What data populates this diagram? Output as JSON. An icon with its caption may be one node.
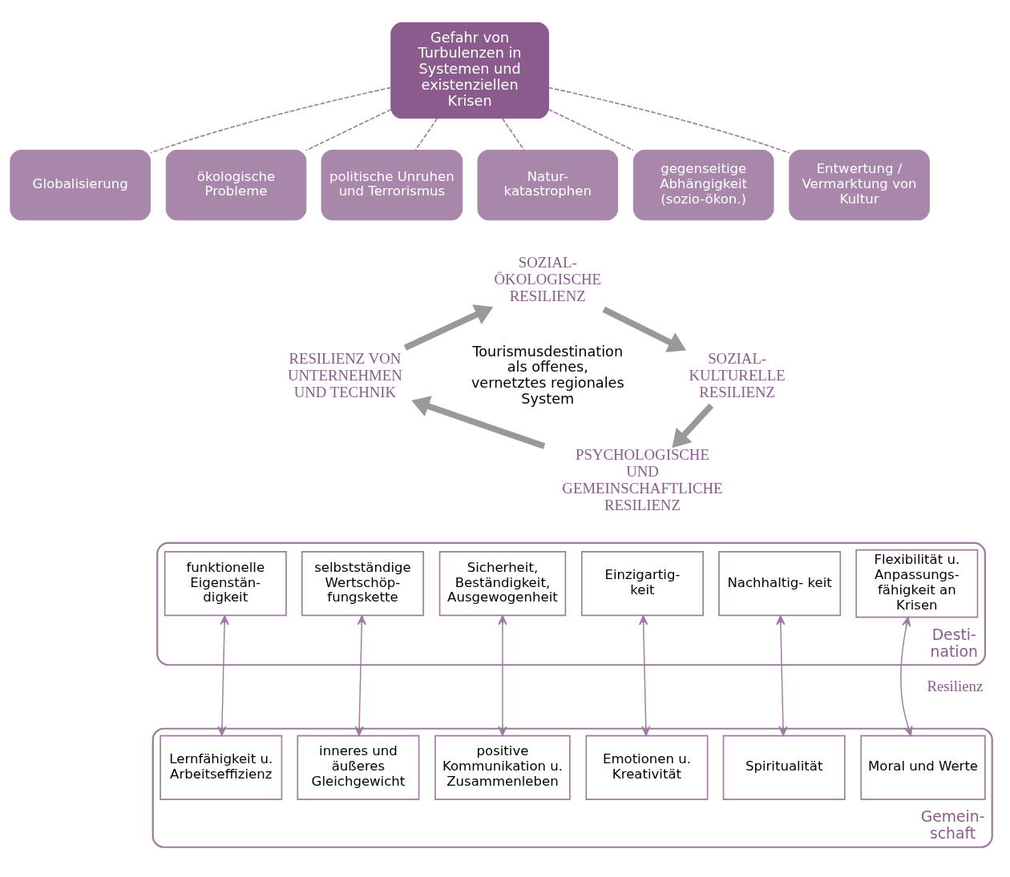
{
  "diagram": {
    "nodes": [
      {
        "text": [
          "Gefahr von Turbulenzen in Systemen und existenziellen Krisen"
        ]
      },
      {
        "text": [
          "Globalisierung"
        ]
      },
      {
        "text": [
          "ökologische Probleme"
        ]
      },
      {
        "text": [
          "politische Unruhen und Terrorismus"
        ]
      },
      {
        "text": [
          "Natur- katastrophen"
        ]
      },
      {
        "text": [
          "gegenseitige Abhängigkeit (sozio-ökon.)"
        ]
      },
      {
        "text": [
          "Entwertung / Vermarktung von Kultur"
        ]
      },
      {
        "text": [
          "SOZIAL- ÖKOLOGISCHE RESILIENZ"
        ]
      },
      {
        "text": [
          "SOZIAL- KULTURELLE RESILIENZ"
        ]
      },
      {
        "text": [
          "PSYCHOLOGISCHE UND GEMEINSCHAFTLICHE RESILIENZ"
        ]
      },
      {
        "text": [
          "RESILIENZ VON UNTERNEHMEN UND TECHNIK"
        ]
      },
      {
        "text": [
          "Desti- nation"
        ]
      },
      {
        "text": [
          "funktionelle Eigenstän- digkeit"
        ],
        "in": 11
      },
      {
        "text": [
          "selbstständige Wertschöp- fungskette"
        ],
        "in": 11
      },
      {
        "text": [
          "Sicherheit, Beständigkeit, Ausgewogenheit"
        ],
        "in": 11
      },
      {
        "text": [
          "Einzigartig- keit"
        ],
        "in": 11
      },
      {
        "text": [
          "Nachhaltig- keit"
        ],
        "in": 11
      },
      {
        "text": [
          "Flexibilität u. Anpassungs- fähigkeit an Krisen"
        ],
        "in": 11
      },
      {
        "text": [
          "Gemein- schaft"
        ]
      },
      {
        "text": [
          "Lernfähigkeit u. Arbeitseffizienz"
        ],
        "in": 18
      },
      {
        "text": [
          "inneres und äußeres Gleichgewicht"
        ],
        "in": 18
      },
      {
        "text": [
          "positive Kommunikation u. Zusammenleben"
        ],
        "in": 18
      },
      {
        "text": [
          "Emotionen u. Kreativität"
        ],
        "in": 18
      },
      {
        "text": [
          "Spiritualität"
        ],
        "in": 18
      },
      {
        "text": [
          "Moral und Werte"
        ],
        "in": 18
      }
    ],
    "edges": [
      {
        "from": 0,
        "to": 1,
        "arrow": "none",
        "style": "dashed"
      },
      {
        "from": 0,
        "to": 2,
        "arrow": "none",
        "style": "dashed"
      },
      {
        "from": 0,
        "to": 3,
        "arrow": "none",
        "style": "dashed"
      },
      {
        "from": 0,
        "to": 4,
        "arrow": "none",
        "style": "dashed"
      },
      {
        "from": 0,
        "to": 5,
        "arrow": "none",
        "style": "dashed"
      },
      {
        "from": 0,
        "to": 6,
        "arrow": "none",
        "style": "dashed"
      },
      {
        "from": 10,
        "to": 7,
        "arrow": "to",
        "style": "thick",
        "color": "#999999"
      },
      {
        "from": 7,
        "to": 8,
        "arrow": "to",
        "style": "thick",
        "color": "#999999"
      },
      {
        "from": 8,
        "to": 9,
        "arrow": "to",
        "style": "thick",
        "color": "#999999"
      },
      {
        "from": 9,
        "to": 10,
        "arrow": "to",
        "style": "thick",
        "color": "#999999"
      },
      {
        "from": 12,
        "to": 19,
        "arrow": "both"
      },
      {
        "from": 13,
        "to": 20,
        "arrow": "both"
      },
      {
        "from": 14,
        "to": 21,
        "arrow": "both"
      },
      {
        "from": 15,
        "to": 22,
        "arrow": "both"
      },
      {
        "from": 16,
        "to": 23,
        "arrow": "both"
      },
      {
        "from": 17,
        "to": 24,
        "arrow": "both"
      }
    ],
    "labels": [
      "Tourismusdestination als offenes, vernetztes regionales System",
      "Resilienz"
    ]
  }
}
